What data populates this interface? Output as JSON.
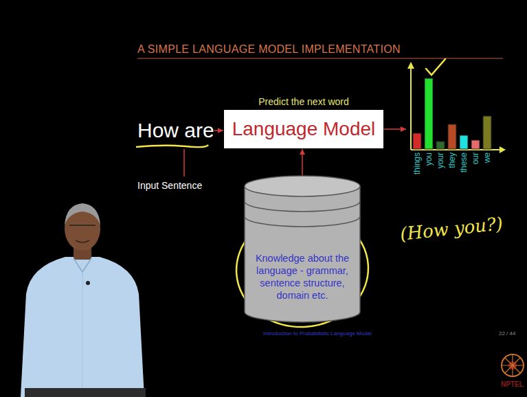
{
  "diagram": {
    "title": "A SIMPLE LANGUAGE MODEL IMPLEMENTATION",
    "nodes": [
      {
        "text": [
          "How are"
        ]
      },
      {
        "text": [
          "Predict the next word",
          "Language Model"
        ]
      },
      {
        "text": [
          "Knowledge about the language - grammar, sentence structure, domain etc."
        ]
      },
      {
        "text": [
          "things",
          "you",
          "your",
          "they",
          "these",
          "our",
          "we"
        ]
      }
    ],
    "edges": [
      {
        "from": 0,
        "to": 1,
        "arrow": "to"
      },
      {
        "from": 2,
        "to": 1,
        "arrow": "to"
      },
      {
        "from": 1,
        "to": 3,
        "arrow": "to"
      }
    ],
    "labels": [
      "Input Sentence",
      "(How you?)",
      "Introduction to Probabilistic Language Model",
      "22 / 44",
      "NPTEL"
    ]
  }
}
